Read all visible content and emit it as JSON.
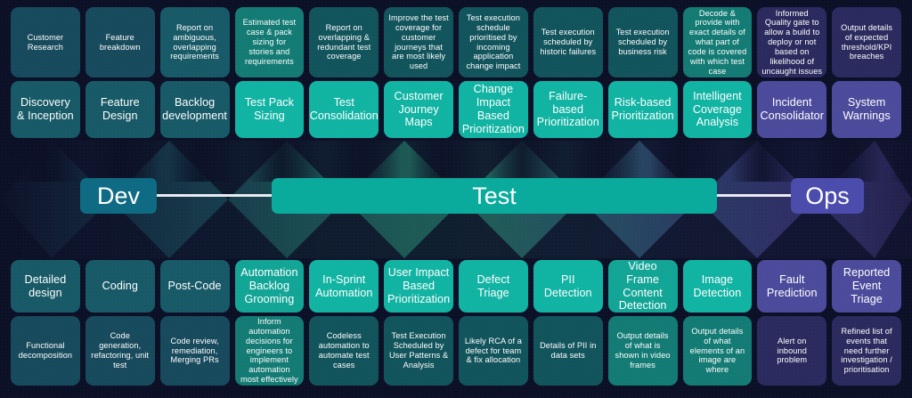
{
  "colors": {
    "background": "#0c1027",
    "dev_accent": "#0f6b84",
    "test_accent": "#0aab9c",
    "ops_accent": "#4b4cac",
    "teal_card": "#11b3a3",
    "purple_card": "#4b4a9b",
    "dark_teal_card": "#174a5c"
  },
  "pipeline": {
    "dev_label": "Dev",
    "test_label": "Test",
    "ops_label": "Ops"
  },
  "top_row": {
    "descriptions": [
      "Customer Research",
      "Feature breakdown",
      "Report on ambiguous, overlapping requirements",
      "Estimated test case & pack sizing for stories and requirements",
      "Report on overlapping & redundant test coverage",
      "Improve the test coverage for customer journeys that are most likely used",
      "Test execution schedule prioritised by incoming application change impact",
      "Test execution scheduled by historic failures",
      "Test execution scheduled by business risk",
      "Decode & provide with exact details of what part of code is covered with which test case",
      "Informed Quality gate to allow a build to deploy or not based on likelihood of uncaught issues",
      "Output details of expected threshold/KPI breaches"
    ],
    "names": [
      "Discovery & Inception",
      "Feature Design",
      "Backlog development",
      "Test Pack Sizing",
      "Test Consolidation",
      "Customer Journey Maps",
      "Change Impact Based Prioritization",
      "Failure-based Prioritization",
      "Risk-based Prioritization",
      "Intelligent Coverage Analysis",
      "Incident Consolidator",
      "System Warnings"
    ],
    "desc_styles": [
      "c-dark-teal",
      "c-dark-teal",
      "c-dark-teal-b",
      "c-teal-desc",
      "c-deep-teal",
      "c-deep-teal",
      "c-deep-teal",
      "c-deep-teal",
      "c-deep-teal",
      "c-teal-desc",
      "c-purple-desc",
      "c-purple-desc"
    ],
    "name_styles": [
      "c-dark-teal-b",
      "c-dark-teal-b",
      "c-dark-teal-b",
      "c-teal",
      "c-teal",
      "c-teal",
      "c-teal",
      "c-teal",
      "c-teal",
      "c-teal",
      "c-purple",
      "c-purple"
    ]
  },
  "bottom_row": {
    "names": [
      "Detailed design",
      "Coding",
      "Post-Code",
      "Automation Backlog Grooming",
      "In-Sprint Automation",
      "User Impact Based Prioritization",
      "Defect Triage",
      "PII Detection",
      "Video Frame Content Detection",
      "Image Detection",
      "Fault Prediction",
      "Reported Event Triage"
    ],
    "descriptions": [
      "Functional decomposition",
      "Code generation, refactoring, unit test",
      "Code review, remediation, Merging PRs",
      "Inform automation decisions for engineers to implement automation most effectively",
      "Codeless automation to automate test cases",
      "Test Execution Scheduled by User Patterns & Analysis",
      "Likely RCA of a defect for team & fix allocation",
      "Details of PII in data sets",
      "Output details of what is shown in video frames",
      "Output details of what elements of an image are where",
      "Alert on inbound problem",
      "Refined list of events that need further investigation / prioritisation"
    ],
    "name_styles": [
      "c-dark-teal-b",
      "c-dark-teal-b",
      "c-dark-teal-b",
      "c-teal-mid",
      "c-teal",
      "c-teal",
      "c-teal",
      "c-teal",
      "c-teal-mid",
      "c-teal",
      "c-purple",
      "c-purple"
    ],
    "desc_styles": [
      "c-dark-teal",
      "c-dark-teal",
      "c-dark-teal",
      "c-teal-desc",
      "c-deep-teal",
      "c-deep-teal",
      "c-deep-teal",
      "c-deep-teal",
      "c-teal-desc",
      "c-teal-desc",
      "c-purple-desc",
      "c-purple-desc"
    ]
  }
}
